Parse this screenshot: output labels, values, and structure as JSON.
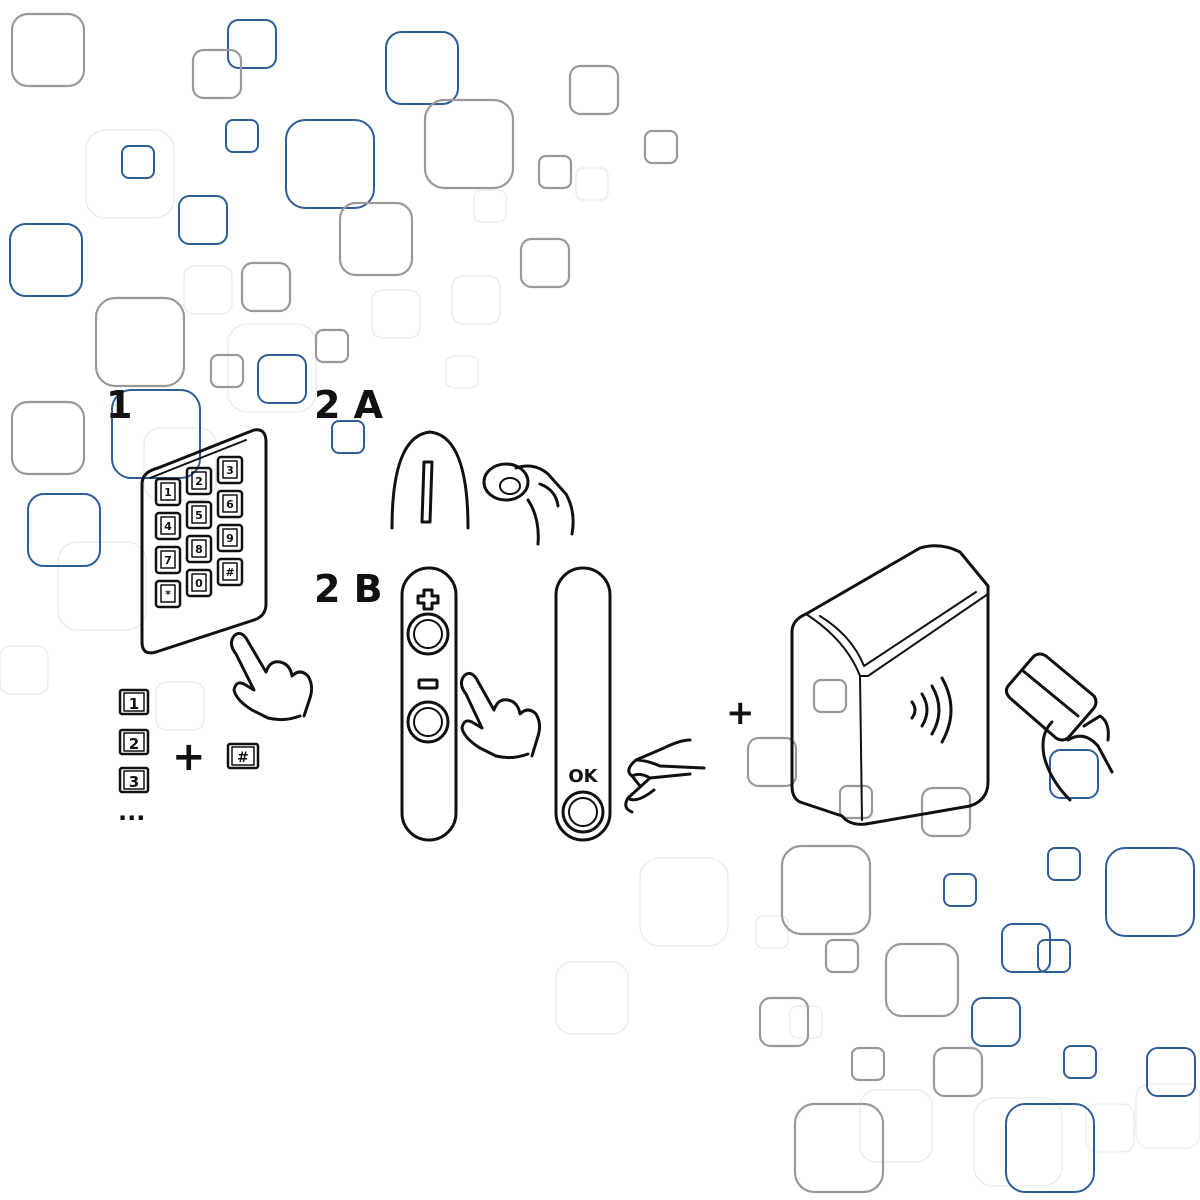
{
  "steps": {
    "step1": "1",
    "step2a": "2 A",
    "step2b": "2 B"
  },
  "keypad": {
    "keys": [
      "1",
      "2",
      "3",
      "4",
      "5",
      "6",
      "7",
      "8",
      "9",
      "*",
      "0",
      "#"
    ]
  },
  "code_sequence": {
    "items": [
      "1",
      "2",
      "3"
    ],
    "ellipsis": "...",
    "plus": "+",
    "confirm_key": "#"
  },
  "remote": {
    "plus_label": "+",
    "minus_label": "−"
  },
  "ok_panel": {
    "ok_label": "OK"
  },
  "join_plus": "+",
  "colors": {
    "blue_square": "#2e5e96",
    "gray_square": "#9a9a9a",
    "ink": "#111111"
  }
}
